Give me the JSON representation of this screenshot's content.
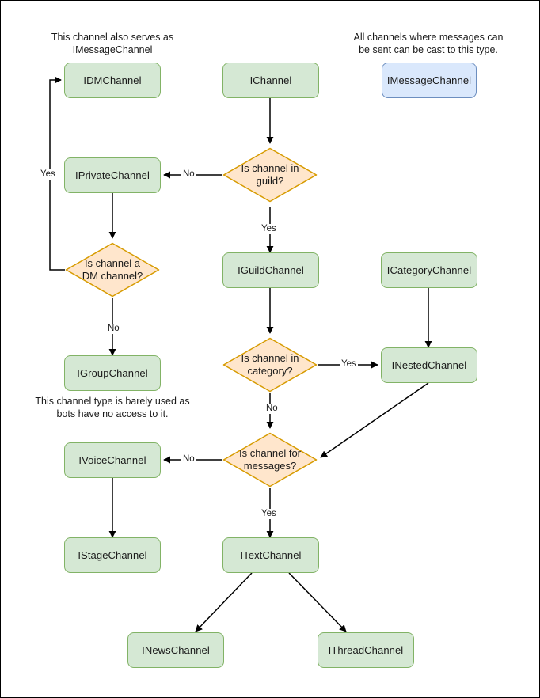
{
  "diagram": {
    "title": "Discord channel interface hierarchy flowchart",
    "colors": {
      "green_fill": "#d5e8d4",
      "green_stroke": "#82b366",
      "blue_fill": "#dae8fc",
      "blue_stroke": "#6c8ebf",
      "decision_fill": "#ffe6cc",
      "decision_stroke": "#d79b00",
      "edge_stroke": "#000000",
      "canvas_bg": "#ffffff",
      "frame_stroke": "#000000"
    },
    "nodes": [
      {
        "id": "idmchannel",
        "label": "IDMChannel",
        "shape": "box",
        "style": "green"
      },
      {
        "id": "ichannel",
        "label": "IChannel",
        "shape": "box",
        "style": "green"
      },
      {
        "id": "imessagechannel",
        "label": "IMessageChannel",
        "shape": "box",
        "style": "blue"
      },
      {
        "id": "iprivatechannel",
        "label": "IPrivateChannel",
        "shape": "box",
        "style": "green"
      },
      {
        "id": "iguildchannel",
        "label": "IGuildChannel",
        "shape": "box",
        "style": "green"
      },
      {
        "id": "icategorychannel",
        "label": "ICategoryChannel",
        "shape": "box",
        "style": "green"
      },
      {
        "id": "igroupchannel",
        "label": "IGroupChannel",
        "shape": "box",
        "style": "green"
      },
      {
        "id": "inestedchannel",
        "label": "INestedChannel",
        "shape": "box",
        "style": "green"
      },
      {
        "id": "ivoicechannel",
        "label": "IVoiceChannel",
        "shape": "box",
        "style": "green"
      },
      {
        "id": "istagechannel",
        "label": "IStageChannel",
        "shape": "box",
        "style": "green"
      },
      {
        "id": "itextchannel",
        "label": "ITextChannel",
        "shape": "box",
        "style": "green"
      },
      {
        "id": "inewschannel",
        "label": "INewsChannel",
        "shape": "box",
        "style": "green"
      },
      {
        "id": "ithreadchannel",
        "label": "IThreadChannel",
        "shape": "box",
        "style": "green"
      },
      {
        "id": "q-in-guild",
        "label": "Is channel in\nguild?",
        "shape": "diamond"
      },
      {
        "id": "q-dm",
        "label": "Is channel a\nDM channel?",
        "shape": "diamond"
      },
      {
        "id": "q-in-category",
        "label": "Is channel in\ncategory?",
        "shape": "diamond"
      },
      {
        "id": "q-messages",
        "label": "Is channel for\nmessages?",
        "shape": "diamond"
      }
    ],
    "notes": [
      {
        "id": "note-dm",
        "text": "This channel also serves as\nIMessageChannel"
      },
      {
        "id": "note-msg",
        "text": "All channels where messages can\nbe sent can be cast to this type."
      },
      {
        "id": "note-group",
        "text": "This channel type is barely used as\nbots have no access to it."
      }
    ],
    "edge_labels": {
      "guild_no": "No",
      "guild_yes": "Yes",
      "dm_yes": "Yes",
      "dm_no": "No",
      "category_yes": "Yes",
      "category_no": "No",
      "messages_no": "No",
      "messages_yes": "Yes"
    },
    "edges": [
      {
        "from": "ichannel",
        "to": "q-in-guild",
        "label": ""
      },
      {
        "from": "q-in-guild",
        "to": "iprivatechannel",
        "label": "No"
      },
      {
        "from": "q-in-guild",
        "to": "iguildchannel",
        "label": "Yes"
      },
      {
        "from": "iprivatechannel",
        "to": "q-dm",
        "label": ""
      },
      {
        "from": "q-dm",
        "to": "idmchannel",
        "label": "Yes"
      },
      {
        "from": "q-dm",
        "to": "igroupchannel",
        "label": "No"
      },
      {
        "from": "iguildchannel",
        "to": "q-in-category",
        "label": ""
      },
      {
        "from": "q-in-category",
        "to": "inestedchannel",
        "label": "Yes"
      },
      {
        "from": "q-in-category",
        "to": "q-messages",
        "label": "No"
      },
      {
        "from": "icategorychannel",
        "to": "inestedchannel",
        "label": ""
      },
      {
        "from": "inestedchannel",
        "to": "q-messages",
        "label": ""
      },
      {
        "from": "q-messages",
        "to": "ivoicechannel",
        "label": "No"
      },
      {
        "from": "q-messages",
        "to": "itextchannel",
        "label": "Yes"
      },
      {
        "from": "ivoicechannel",
        "to": "istagechannel",
        "label": ""
      },
      {
        "from": "itextchannel",
        "to": "inewschannel",
        "label": ""
      },
      {
        "from": "itextchannel",
        "to": "ithreadchannel",
        "label": ""
      }
    ]
  }
}
